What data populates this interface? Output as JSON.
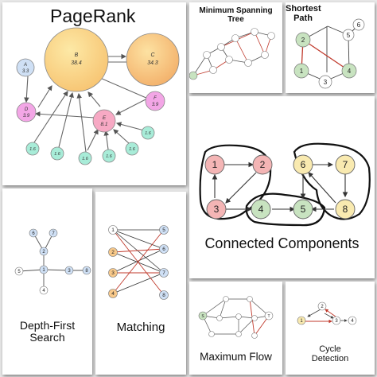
{
  "pagerank": {
    "title": "PageRank",
    "nodes": {
      "a": {
        "label": "A",
        "value": "3.3"
      },
      "b": {
        "label": "B",
        "value": "38.4"
      },
      "c": {
        "label": "C",
        "value": "34.3"
      },
      "d": {
        "label": "D",
        "value": "3.9"
      },
      "e": {
        "label": "E",
        "value": "8.1"
      },
      "f": {
        "label": "F",
        "value": "3.9"
      },
      "small": "1.6"
    }
  },
  "mst": {
    "title_line1": "Minimum Spanning",
    "title_line2": "Tree"
  },
  "shortest": {
    "title_line1": "Shortest",
    "title_line2": "Path",
    "nodes": [
      "1",
      "2",
      "3",
      "4",
      "5",
      "6"
    ]
  },
  "components": {
    "title": "Connected Components",
    "nodes": [
      "1",
      "2",
      "3",
      "4",
      "5",
      "6",
      "7",
      "8"
    ]
  },
  "dfs": {
    "title_line1": "Depth-First",
    "title_line2": "Search",
    "nodes": [
      "1",
      "2",
      "3",
      "4",
      "5",
      "6",
      "7",
      "8"
    ]
  },
  "matching": {
    "title": "Matching",
    "left": [
      "1",
      "2",
      "3",
      "4"
    ],
    "right": [
      "5",
      "6",
      "7",
      "8"
    ]
  },
  "maxflow": {
    "title": "Maximum Flow",
    "source": "S",
    "sink": "T"
  },
  "cycle": {
    "title_line1": "Cycle",
    "title_line2": "Detection",
    "nodes": [
      "1",
      "2",
      "3",
      "4"
    ]
  },
  "colors": {
    "red_node": "#f4b5b5",
    "green_node": "#c8e3c0",
    "yellow_node": "#f9eab0",
    "blue_node": "#cfe0f5",
    "orange_node": "#f8c98a",
    "pink_node": "#f3a6e6",
    "teal_node": "#a8ecd8",
    "red_edge": "#c0392b"
  }
}
